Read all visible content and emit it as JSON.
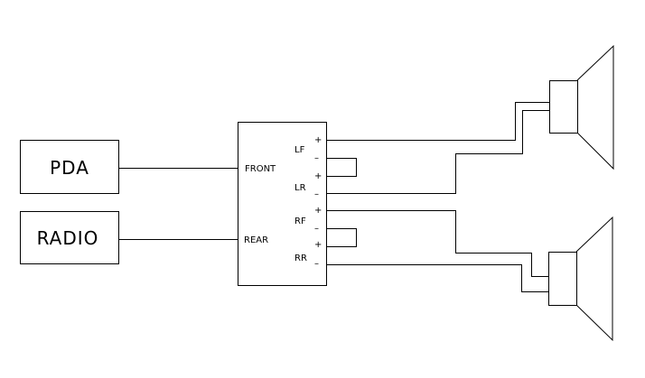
{
  "sources": {
    "pda": "PDA",
    "radio": "RADIO"
  },
  "amplifier": {
    "inputs": {
      "front": "FRONT",
      "rear": "REAR"
    },
    "outputs": {
      "lf": "LF",
      "lr": "LR",
      "rf": "RF",
      "rr": "RR"
    },
    "plus": "+",
    "minus": "–"
  }
}
